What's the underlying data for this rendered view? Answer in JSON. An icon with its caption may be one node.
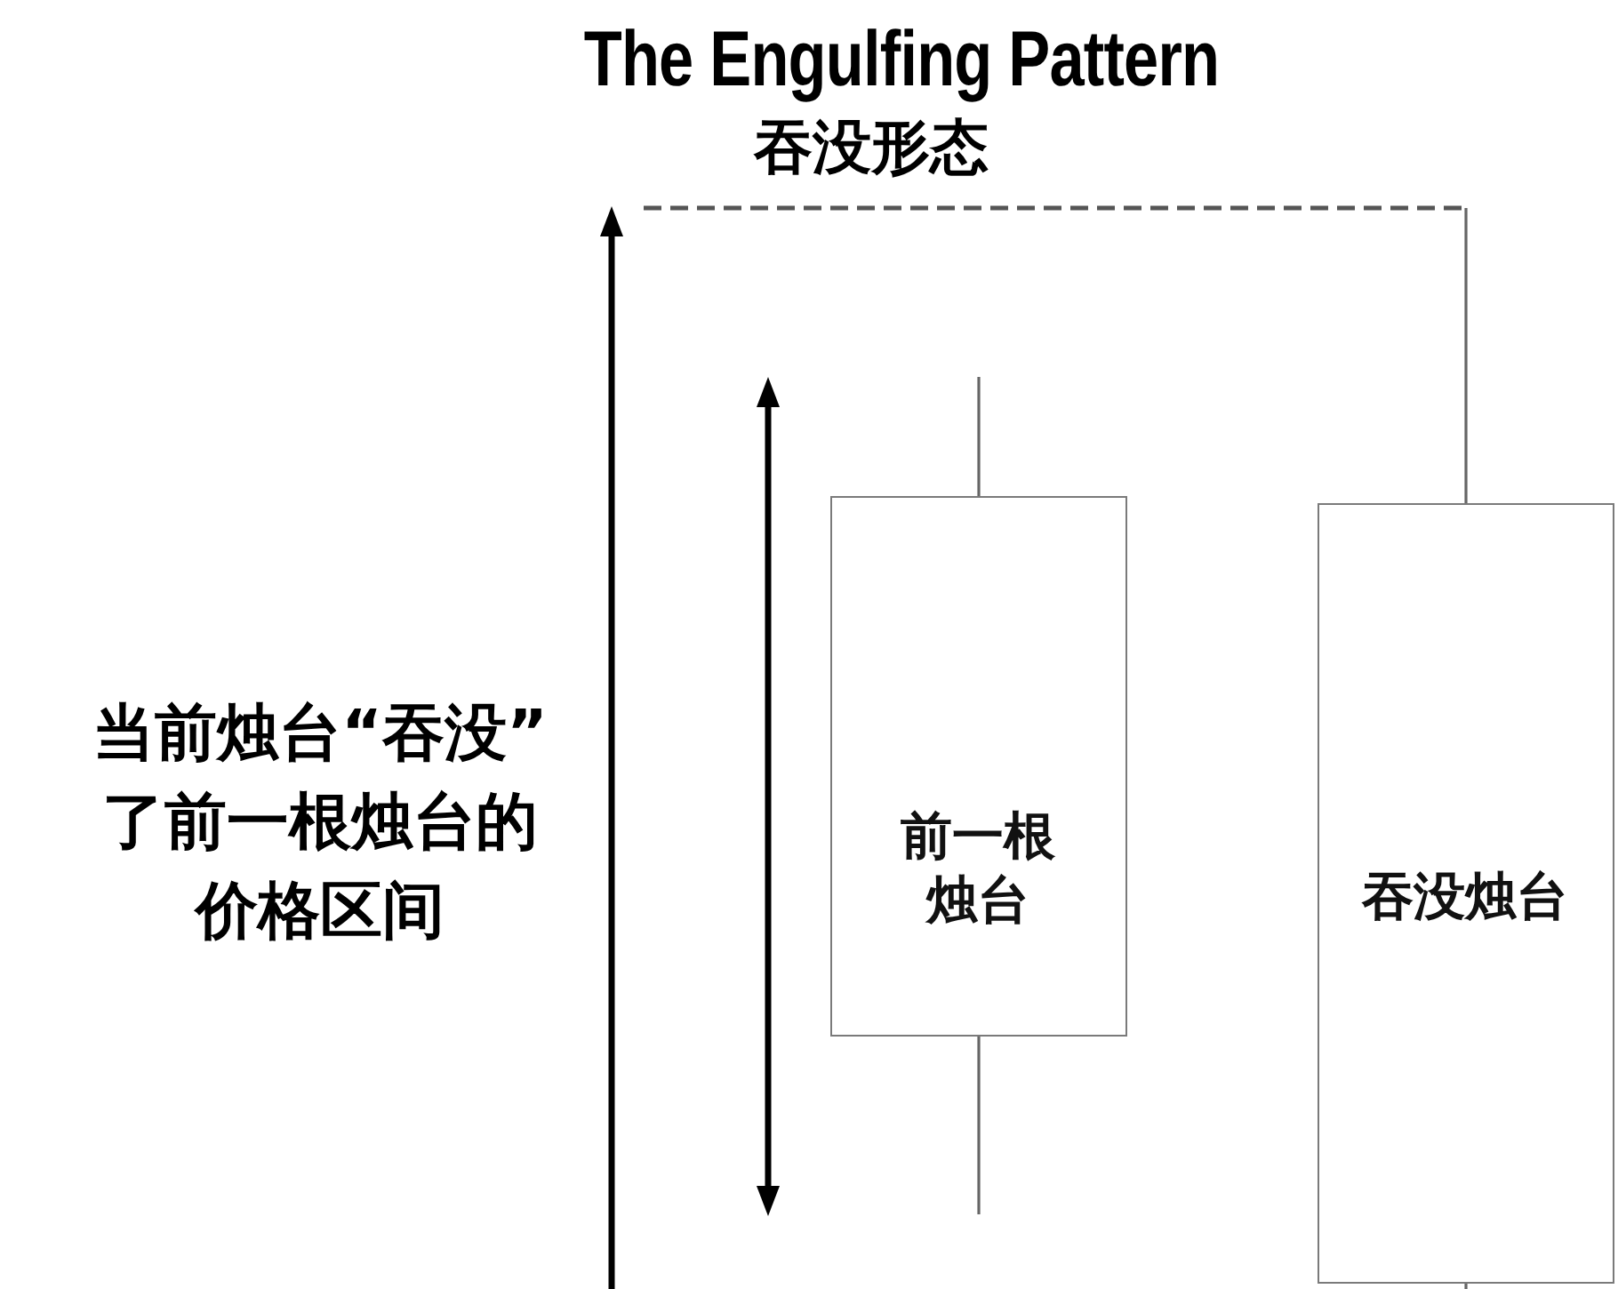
{
  "diagram": {
    "title": "The Engulfing Pattern",
    "nodes": [
      {
        "text": [
          "前一根烛台"
        ]
      },
      {
        "text": [
          "吞没烛台"
        ]
      }
    ],
    "labels": [
      "吞没形态",
      "当前烛台“吞没”了前一根烛台的价格区间"
    ]
  }
}
